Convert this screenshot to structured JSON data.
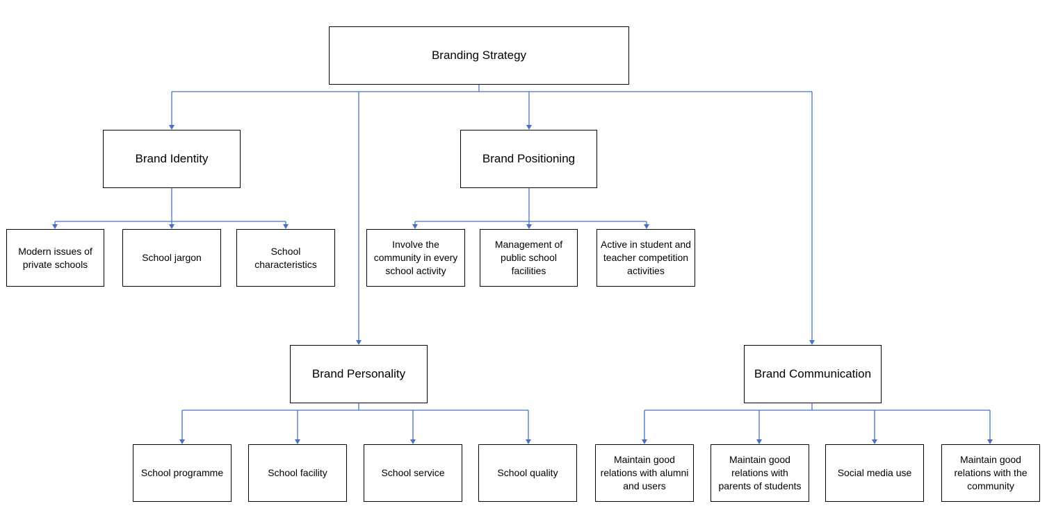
{
  "root": {
    "label": "Branding Strategy"
  },
  "branches": {
    "identity": {
      "label": "Brand Identity",
      "children": [
        "Modern issues of private schools",
        "School jargon",
        "School characteristics"
      ]
    },
    "positioning": {
      "label": "Brand Positioning",
      "children": [
        "Involve the community in every school activity",
        "Management of public school facilities",
        "Active in student and teacher competition activities"
      ]
    },
    "personality": {
      "label": "Brand Personality",
      "children": [
        "School programme",
        "School facility",
        "School service",
        "School quality"
      ]
    },
    "communication": {
      "label": "Brand Communication",
      "children": [
        "Maintain good relations with alumni and users",
        "Maintain good relations with parents of students",
        "Social media use",
        "Maintain good relations with the community"
      ]
    }
  },
  "colors": {
    "connector": "#4472C4",
    "border": "#000000"
  }
}
